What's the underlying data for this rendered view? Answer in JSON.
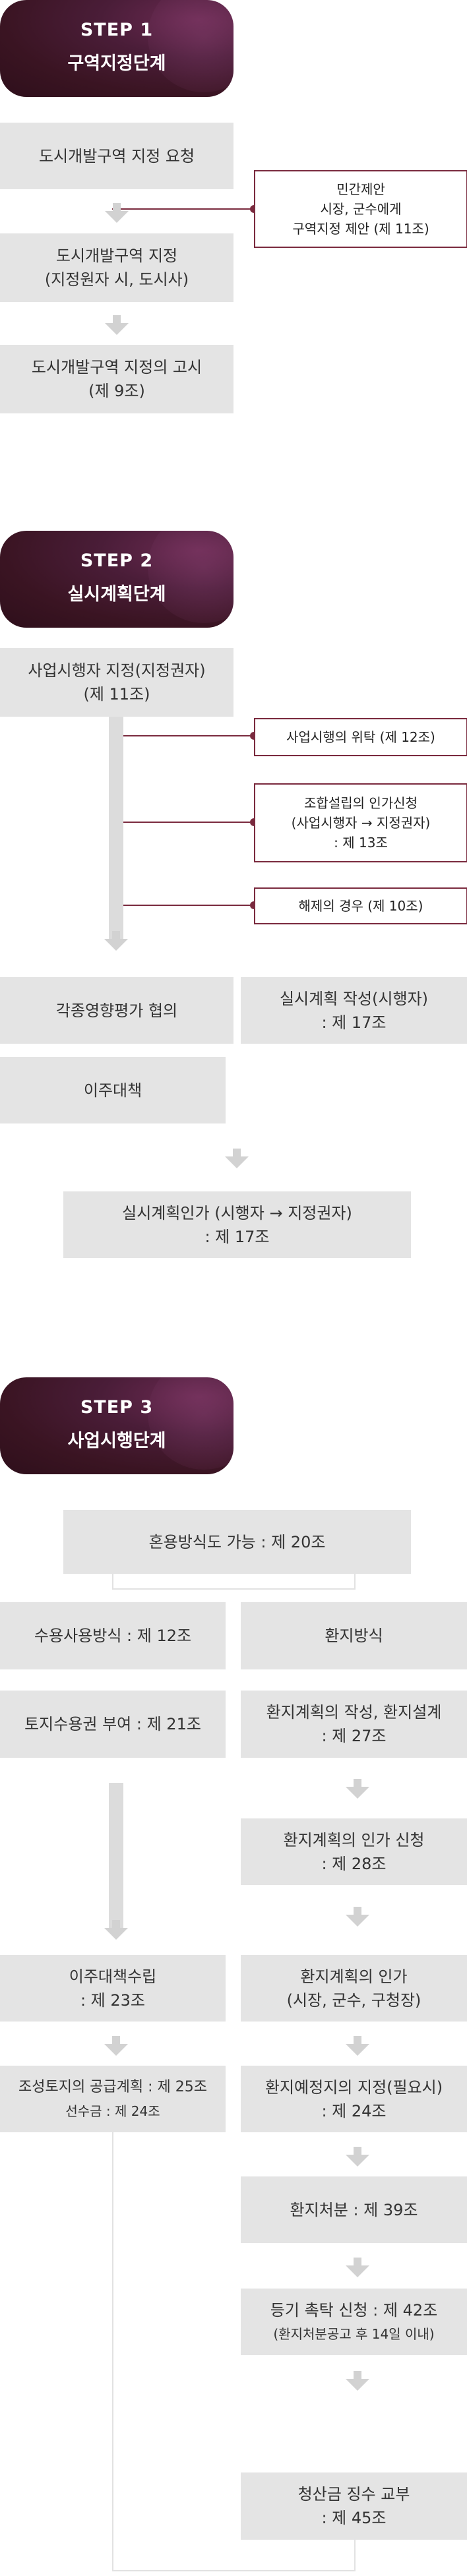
{
  "step1": {
    "badge": {
      "step": "STEP 1",
      "title": "구역지정단계"
    },
    "box_request": "도시개발구역 지정 요청",
    "note_private": [
      "민간제안",
      "시장, 군수에게",
      "구역지정 제안 (제 11조)"
    ],
    "box_designation": [
      "도시개발구역 지정",
      "(지정원자 시, 도시사)"
    ],
    "box_notice": [
      "도시개발구역 지정의 고시",
      "(제 9조)"
    ]
  },
  "step2": {
    "badge": {
      "step": "STEP 2",
      "title": "실시계획단계"
    },
    "box_operator": [
      "사업시행자 지정(지정권자)",
      "(제 11조)"
    ],
    "notes": [
      [
        "사업시행의 위탁 (제 12조)"
      ],
      [
        "조합설립의 인가신청",
        "(사업시행자 → 지정권자)",
        ": 제 13조"
      ],
      [
        "해제의 경우  (제 10조)"
      ]
    ],
    "box_impact": "각종영향평가 협의",
    "box_plan": [
      "실시계획 작성(시행자)",
      ": 제 17조"
    ],
    "box_relocation": "이주대책",
    "box_approval": [
      "실시계획인가 (시행자 → 지정권자)",
      ": 제 17조"
    ]
  },
  "step3": {
    "badge": {
      "step": "STEP 3",
      "title": "사업시행단계"
    },
    "box_mixed": "혼용방식도 가능 : 제 20조",
    "left": {
      "expropriation": "수용사용방식 : 제 12조",
      "land_right": "토지수용권 부여 : 제 21조",
      "relocation": [
        "이주대책수립",
        ": 제 23조"
      ],
      "supply_line1": "조성토지의 공급계획 : 제 25조",
      "supply_line2": "선수금 : 제 24조"
    },
    "right": {
      "replotting": "환지방식",
      "plan_write": [
        "환지계획의 작성, 환지설계",
        ": 제 27조"
      ],
      "plan_apply": [
        "환지계획의 인가 신청",
        ": 제 28조"
      ],
      "plan_approve": [
        "환지계획의 인가",
        "(시장, 군수, 구청장)"
      ],
      "designate": [
        "환지예정지의 지정(필요시)",
        ": 제 24조"
      ],
      "disposition": "환지처분 : 제 39조",
      "registry_line1": "등기 촉탁 신청 : 제 42조",
      "registry_line2": "(환지처분공고 후 14일 이내)",
      "settlement": [
        "청산금 징수 교부",
        ": 제 45조"
      ]
    }
  }
}
